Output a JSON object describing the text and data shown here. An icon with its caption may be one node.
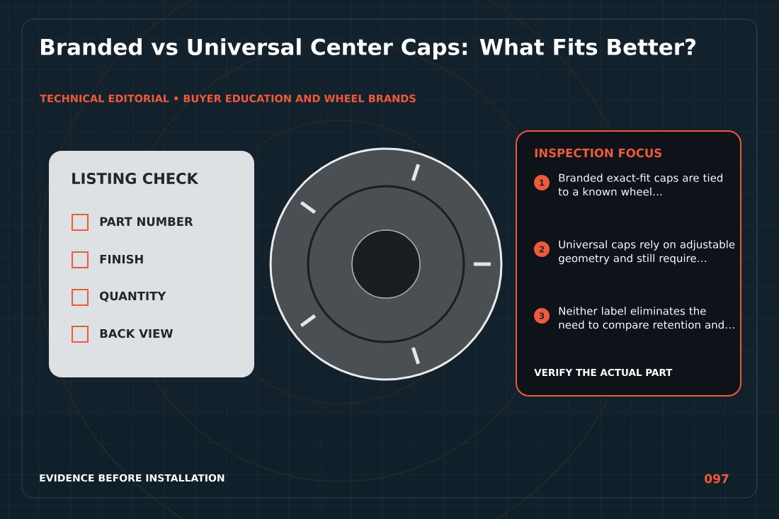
{
  "diagram": {
    "title": "Branded vs Universal Center Caps: What Fits Better?",
    "nodes": [
      {
        "text": [
          "LISTING CHECK"
        ]
      },
      {
        "text": [],
        "shape": "box",
        "in": 0,
        "beside": [
          "PART NUMBER"
        ]
      },
      {
        "text": [],
        "shape": "box",
        "in": 0,
        "beside": [
          "FINISH"
        ]
      },
      {
        "text": [],
        "shape": "box",
        "in": 0,
        "beside": [
          "QUANTITY"
        ]
      },
      {
        "text": [],
        "shape": "box",
        "in": 0,
        "beside": [
          "BACK VIEW"
        ]
      },
      {
        "text": [
          "INSPECTION FOCUS",
          "VERIFY THE ACTUAL PART"
        ]
      },
      {
        "text": [
          "1"
        ],
        "in": 5,
        "beside": [
          "Branded exact-fit caps are tied to a known wheel…"
        ]
      },
      {
        "text": [
          "2"
        ],
        "in": 5,
        "beside": [
          "Universal caps rely on adjustable geometry and still require…"
        ]
      },
      {
        "text": [
          "3"
        ],
        "in": 5,
        "beside": [
          "Neither label eliminates the need to compare retention and…"
        ]
      }
    ],
    "labels": [
      "TECHNICAL EDITORIAL • BUYER EDUCATION AND WHEEL BRANDS",
      "EVIDENCE BEFORE INSTALLATION",
      "097"
    ]
  }
}
